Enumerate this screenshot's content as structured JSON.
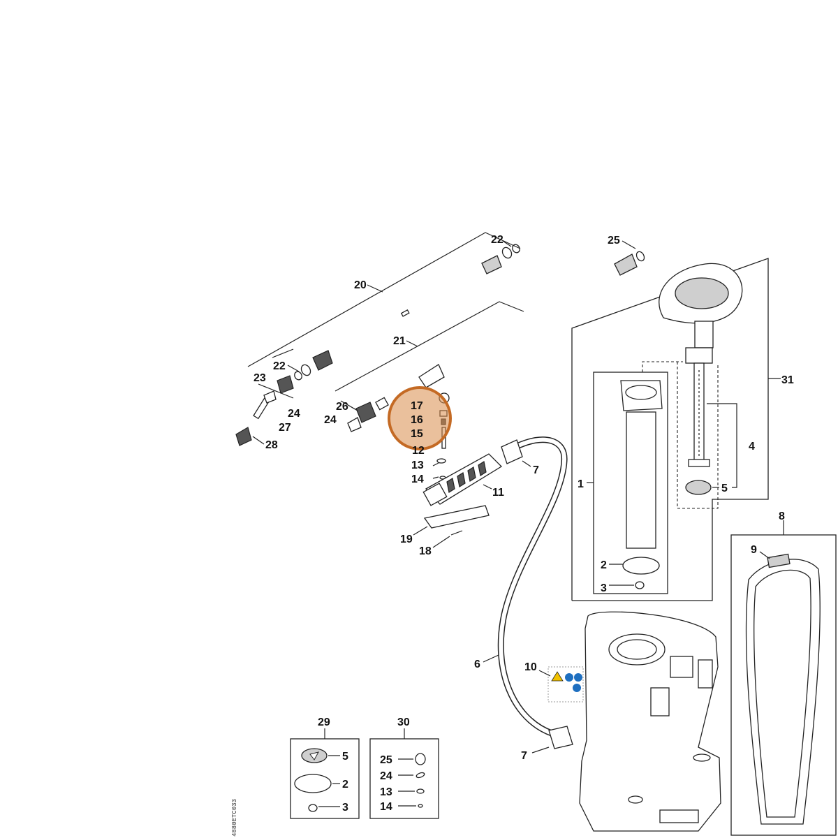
{
  "diagram": {
    "labels": {
      "l1": "1",
      "l2": "2",
      "l3": "3",
      "l4": "4",
      "l5": "5",
      "l6": "6",
      "l7a": "7",
      "l7b": "7",
      "l8": "8",
      "l9": "9",
      "l10": "10",
      "l11": "11",
      "l12": "12",
      "l13": "13",
      "l14": "14",
      "l15": "15",
      "l16": "16",
      "l17": "17",
      "l18": "18",
      "l19": "19",
      "l20": "20",
      "l21": "21",
      "l22a": "22",
      "l22b": "22",
      "l23": "23",
      "l24a": "24",
      "l24b": "24",
      "l25": "25",
      "l26": "26",
      "l27": "27",
      "l28": "28",
      "l29": "29",
      "l30": "30",
      "l31": "31",
      "b29_5": "5",
      "b29_2": "2",
      "b29_3": "3",
      "b30_25": "25",
      "b30_24": "24",
      "b30_13": "13",
      "b30_14": "14"
    },
    "highlight": {
      "color": "#d98c4a",
      "parts": [
        "15",
        "16",
        "17"
      ]
    },
    "drawing_code": "4880ETC033"
  }
}
